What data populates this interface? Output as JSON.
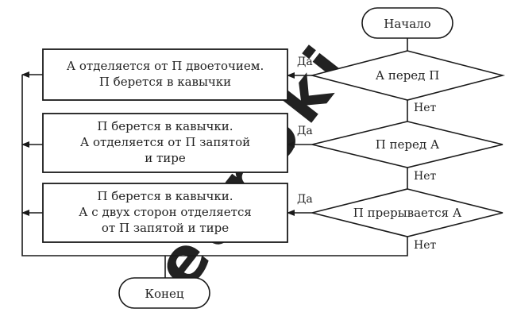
{
  "watermark": {
    "text": "euroki",
    "letters": [
      "e",
      "u",
      "r",
      "o",
      "k",
      "i"
    ],
    "colors": [
      "#f28b8b",
      "#f6a3a3",
      "#f5c05a",
      "#f7d27e",
      "#9fd0f0",
      "#7bbde8"
    ]
  },
  "start": {
    "label": "Начало"
  },
  "end": {
    "label": "Конец"
  },
  "decisions": [
    {
      "label": "А перед П",
      "yes": "Да",
      "no": "Нет"
    },
    {
      "label": "П перед А",
      "yes": "Да",
      "no": "Нет"
    },
    {
      "label": "П прерывается А",
      "yes": "Да",
      "no": "Нет"
    }
  ],
  "outcomes": [
    {
      "lines": [
        "А отделяется от П двоеточием.",
        "П берется в кавычки"
      ]
    },
    {
      "lines": [
        "П берется в кавычки.",
        "А отделяется от П запятой",
        "и тире"
      ]
    },
    {
      "lines": [
        "П берется в кавычки.",
        "А с двух сторон отделяется",
        "от П запятой и тире"
      ]
    }
  ],
  "colors": {
    "stroke": "#1a1a1a",
    "text": "#222222"
  }
}
